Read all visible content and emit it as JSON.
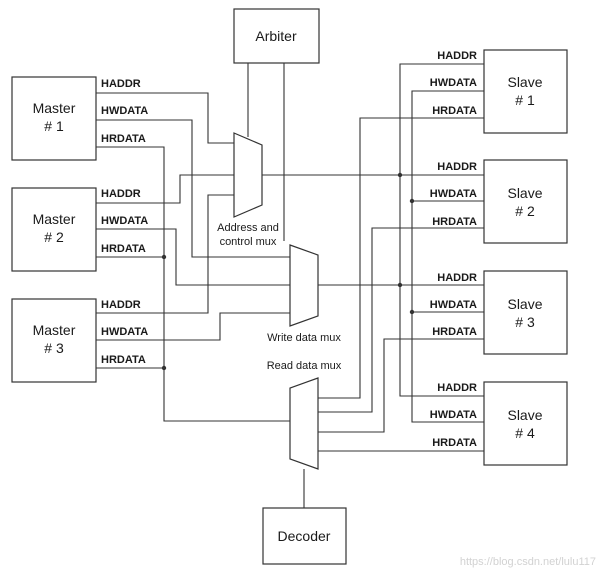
{
  "blocks": {
    "arbiter": "Arbiter",
    "decoder": "Decoder",
    "masters": [
      {
        "line1": "Master",
        "line2": "# 1"
      },
      {
        "line1": "Master",
        "line2": "# 2"
      },
      {
        "line1": "Master",
        "line2": "# 3"
      }
    ],
    "slaves": [
      {
        "line1": "Slave",
        "line2": "# 1"
      },
      {
        "line1": "Slave",
        "line2": "# 2"
      },
      {
        "line1": "Slave",
        "line2": "# 3"
      },
      {
        "line1": "Slave",
        "line2": "# 4"
      }
    ]
  },
  "signals": {
    "haddr": "HADDR",
    "hwdata": "HWDATA",
    "hrdata": "HRDATA"
  },
  "muxes": {
    "address_line1": "Address and",
    "address_line2": "control mux",
    "write": "Write data mux",
    "read": "Read data mux"
  },
  "watermark": "https://blog.csdn.net/lulu117"
}
